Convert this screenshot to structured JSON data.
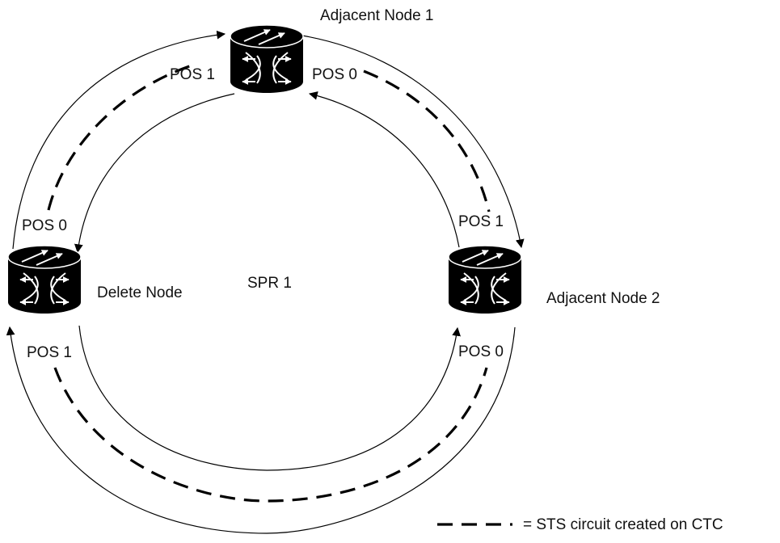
{
  "diagram": {
    "ring_label": "SPR 1",
    "nodes": {
      "adjacent_node_1": {
        "label": "Adjacent Node 1",
        "port_left": "POS 1",
        "port_right": "POS 0"
      },
      "delete_node": {
        "label": "Delete Node",
        "port_top": "POS 0",
        "port_bottom": "POS 1"
      },
      "adjacent_node_2": {
        "label": "Adjacent Node 2",
        "port_top": "POS 1",
        "port_bottom": "POS 0"
      }
    },
    "legend": {
      "text": "= STS circuit created on CTC"
    }
  }
}
